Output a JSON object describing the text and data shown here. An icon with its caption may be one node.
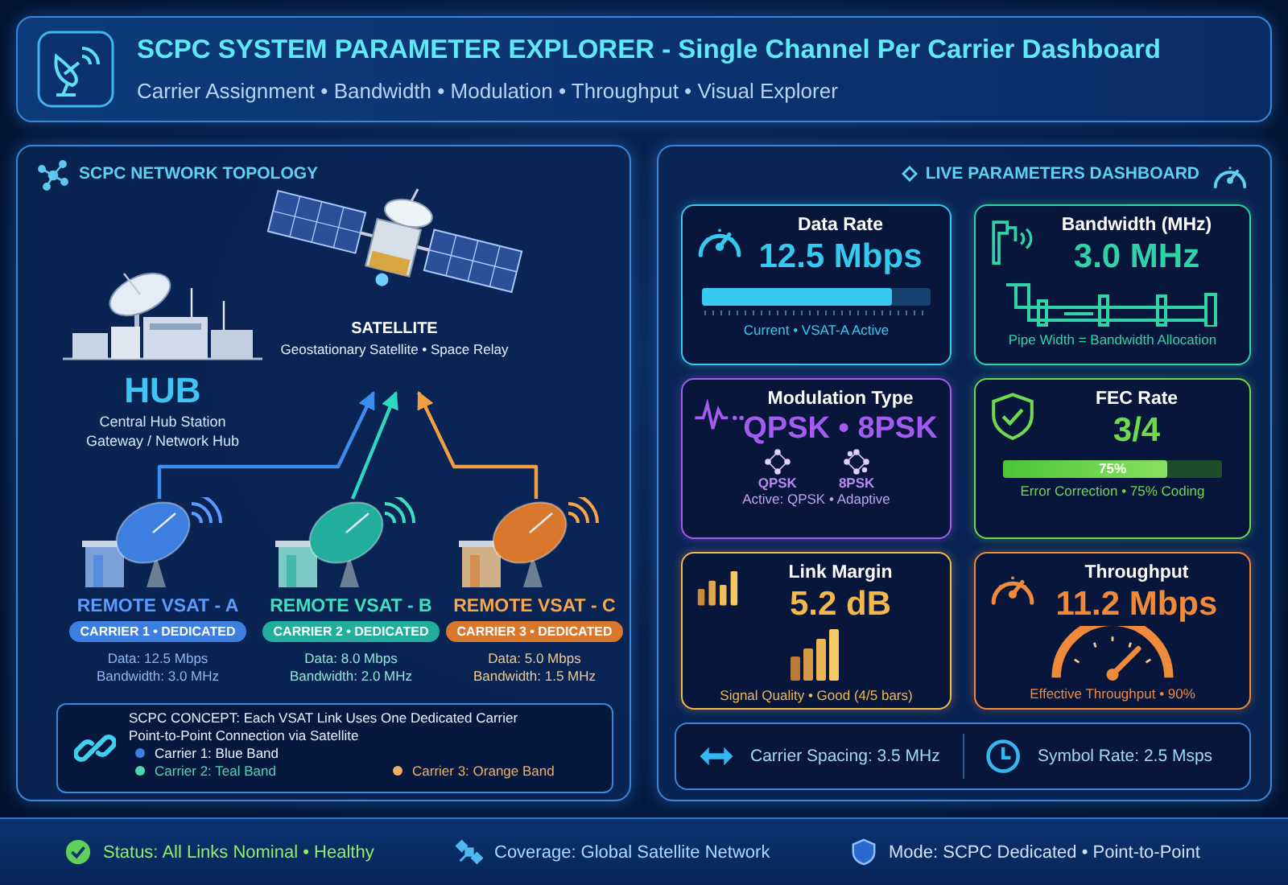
{
  "diagram": {
    "title": "SCPC SYSTEM PARAMETER EXPLORER - Single Channel Per Carrier Dashboard",
    "caption": "Carrier Assignment • Bandwidth • Modulation • Throughput • Visual Explorer",
    "nodes": [
      {
        "text": [
          "SCPC NETWORK TOPOLOGY"
        ]
      },
      {
        "text": [
          "SATELLITE",
          "Geostationary Satellite • Space Relay"
        ],
        "in": 0
      },
      {
        "text": [
          "HUB",
          "Central Hub Station Gateway / Network Hub"
        ],
        "in": 0
      },
      {
        "text": [
          "REMOTE VSAT - A",
          "CARRIER 1 • DEDICATED",
          "Data: 12.5 Mbps Bandwidth: 3.0 MHz"
        ],
        "in": 0
      },
      {
        "text": [
          "REMOTE VSAT - B",
          "CARRIER 2 • DEDICATED",
          "Data: 8.0 Mbps Bandwidth: 2.0 MHz"
        ],
        "in": 0
      },
      {
        "text": [
          "REMOTE VSAT - C",
          "CARRIER 3 • DEDICATED",
          "Data: 5.0 Mbps Bandwidth: 1.5 MHz"
        ],
        "in": 0
      },
      {
        "text": [
          "SCPC CONCEPT: Each VSAT Link Uses One Dedicated Carrier Point-to-Point Connection via Satellite"
        ],
        "in": 0
      },
      {
        "text": [
          "LIVE PARAMETERS DASHBOARD"
        ]
      },
      {
        "text": [
          "Data Rate",
          "12.5 Mbps",
          "Current • VSAT-A Active"
        ],
        "in": 7
      },
      {
        "text": [
          "Bandwidth (MHz)",
          "3.0 MHz",
          "Pipe Width = Bandwidth Allocation"
        ],
        "in": 7
      },
      {
        "text": [
          "Modulation Type",
          "QPSK • 8PSK",
          "QPSK",
          "8PSK",
          "Active: QPSK • Adaptive"
        ],
        "in": 7
      },
      {
        "text": [
          "FEC Rate",
          "3/4",
          "75%",
          "Error Correction • 75% Coding"
        ],
        "in": 7
      },
      {
        "text": [
          "Link Margin",
          "5.2 dB",
          "Signal Quality • Good (4/5 bars)"
        ],
        "in": 7
      },
      {
        "text": [
          "Throughput",
          "11.2 Mbps",
          "Effective Throughput • 90%"
        ],
        "in": 7
      },
      {
        "text": [
          "Carrier Spacing: 3.5 MHz",
          "Symbol Rate: 2.5 Msps"
        ],
        "in": 7
      }
    ],
    "edges": [
      {
        "from": 3,
        "to": 1,
        "arrow": "to",
        "color": "#3d8df0"
      },
      {
        "from": 4,
        "to": 1,
        "arrow": "to",
        "color": "#2fd6c0"
      },
      {
        "from": 5,
        "to": 1,
        "arrow": "to",
        "color": "#f0a040"
      }
    ],
    "labels": [
      "Status: All Links Nominal • Healthy",
      "Coverage: Global Satellite Network",
      "Mode: SCPC Dedicated • Point-to-Point"
    ],
    "legend": [
      {
        "text": "Carrier 1: Blue Band",
        "color": "#3d7fe0"
      },
      {
        "text": "Carrier 2: Teal Band",
        "color": "#4fd8b0"
      },
      {
        "text": "Carrier 3: Orange Band",
        "color": "#f0b060"
      }
    ]
  }
}
